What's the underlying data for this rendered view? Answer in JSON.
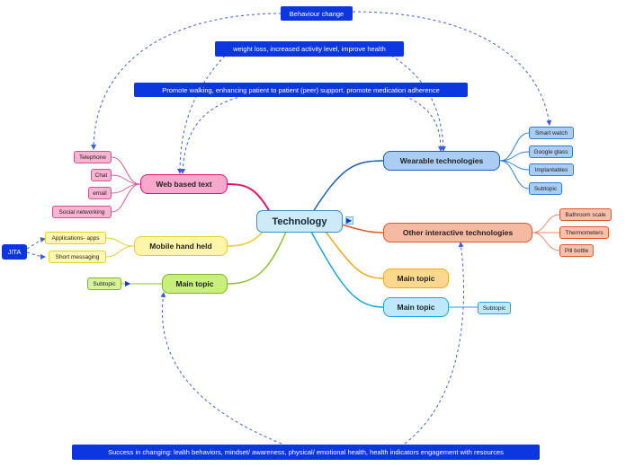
{
  "central": {
    "label": "Technology"
  },
  "branches": {
    "web": {
      "label": "Web based text",
      "fill": "#f7a8cb",
      "stroke": "#d81b74",
      "subtopics": [
        "Telephone",
        "Chat",
        "email",
        "Social networking"
      ]
    },
    "mobile": {
      "label": "Mobile hand held",
      "fill": "#fff5a8",
      "stroke": "#e8cf2a",
      "subtopics": [
        "Applications- apps",
        "Short messaging"
      ]
    },
    "main_green": {
      "label": "Main topic",
      "fill": "#c7f07a",
      "stroke": "#7fb51d",
      "subtopics": [
        "Subtopic"
      ]
    },
    "wearable": {
      "label": "Wearable technologies",
      "fill": "#a9cdf3",
      "stroke": "#1a5fb0",
      "subtopics": [
        "Smart watch",
        "Google glass",
        "Implantables",
        "Subtopic"
      ]
    },
    "other": {
      "label": "Other interactive technologies",
      "fill": "#f6b9a2",
      "stroke": "#e0572a",
      "subtopics": [
        "Bathroom scale",
        "Thermometers",
        "Pill bottle"
      ]
    },
    "main_orange": {
      "label": "Main topic",
      "fill": "#fcd88f",
      "stroke": "#f0a81c"
    },
    "main_cyan": {
      "label": "Main topic",
      "fill": "#bde9fa",
      "stroke": "#1aa6e0",
      "subtopics": [
        "Subtopic"
      ]
    }
  },
  "floating": {
    "jita": "JITA"
  },
  "notes": {
    "behaviour_change": "Behaviour change",
    "weight_loss": "weight loss, increased activity level, improve health",
    "promote": "Promote walking, enhancing patient to patient (peer) support. promote medication adherence",
    "success": "Success in changing: lealth behaviors, mindset/ awareness, physical/ emotional health, health indicators engagement with resources"
  },
  "colors": {
    "note_bg": "#0b36e0",
    "relationship": "#3a5fd8"
  }
}
